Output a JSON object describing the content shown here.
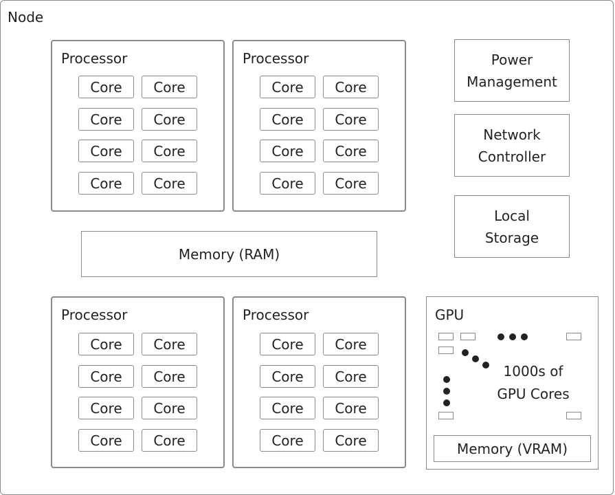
{
  "node": {
    "title": "Node"
  },
  "processors": [
    {
      "title": "Processor",
      "cores": [
        "Core",
        "Core",
        "Core",
        "Core",
        "Core",
        "Core",
        "Core",
        "Core"
      ]
    },
    {
      "title": "Processor",
      "cores": [
        "Core",
        "Core",
        "Core",
        "Core",
        "Core",
        "Core",
        "Core",
        "Core"
      ]
    },
    {
      "title": "Processor",
      "cores": [
        "Core",
        "Core",
        "Core",
        "Core",
        "Core",
        "Core",
        "Core",
        "Core"
      ]
    },
    {
      "title": "Processor",
      "cores": [
        "Core",
        "Core",
        "Core",
        "Core",
        "Core",
        "Core",
        "Core",
        "Core"
      ]
    }
  ],
  "memory": {
    "label": "Memory (RAM)"
  },
  "power_management": {
    "label": "Power\nManagement"
  },
  "network_controller": {
    "label": "Network\nController"
  },
  "local_storage": {
    "label": "Local\nStorage"
  },
  "gpu": {
    "title": "GPU",
    "cores_label": "1000s of\nGPU Cores",
    "memory_label": "Memory (VRAM)"
  }
}
